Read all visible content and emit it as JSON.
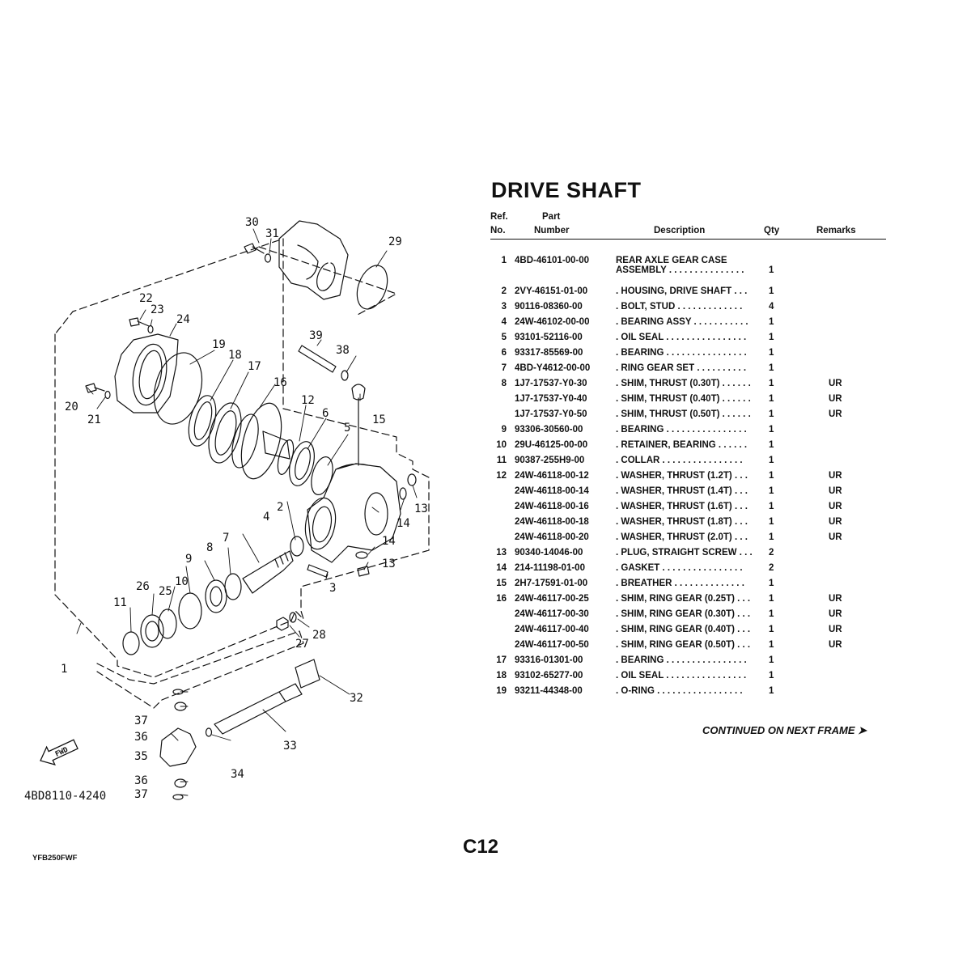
{
  "title": "DRIVE SHAFT",
  "headers": {
    "ref_line1": "Ref.",
    "ref_line2": "No.",
    "part_line1": "Part",
    "part_line2": "Number",
    "description": "Description",
    "qty": "Qty",
    "remarks": "Remarks"
  },
  "rows": [
    {
      "ref": "1",
      "part": "4BD-46101-00-00",
      "desc": "REAR AXLE GEAR CASE",
      "qty": "",
      "rem": ""
    },
    {
      "ref": "",
      "part": "",
      "desc": "ASSEMBLY  . . . . . . . . . . . . . . .",
      "qty": "1",
      "rem": ""
    },
    {
      "ref": "2",
      "part": "2VY-46151-01-00",
      "desc": ". HOUSING, DRIVE SHAFT  . . .",
      "qty": "1",
      "rem": ""
    },
    {
      "ref": "3",
      "part": "90116-08360-00",
      "desc": ". BOLT, STUD  . . . . . . . . . . . . .",
      "qty": "4",
      "rem": ""
    },
    {
      "ref": "4",
      "part": "24W-46102-00-00",
      "desc": ". BEARING ASSY  . . . . . . . . . . .",
      "qty": "1",
      "rem": ""
    },
    {
      "ref": "5",
      "part": "93101-52116-00",
      "desc": ". OIL SEAL  . . . . . . . . . . . . . . . .",
      "qty": "1",
      "rem": ""
    },
    {
      "ref": "6",
      "part": "93317-85569-00",
      "desc": ". BEARING  . . . . . . . . . . . . . . . .",
      "qty": "1",
      "rem": ""
    },
    {
      "ref": "7",
      "part": "4BD-Y4612-00-00",
      "desc": ". RING GEAR SET  . . . . . . . . . .",
      "qty": "1",
      "rem": ""
    },
    {
      "ref": "8",
      "part": "1J7-17537-Y0-30",
      "desc": ". SHIM, THRUST (0.30T)  . . . . . .",
      "qty": "1",
      "rem": "UR"
    },
    {
      "ref": "",
      "part": "1J7-17537-Y0-40",
      "desc": ". SHIM, THRUST (0.40T)  . . . . . .",
      "qty": "1",
      "rem": "UR"
    },
    {
      "ref": "",
      "part": "1J7-17537-Y0-50",
      "desc": ". SHIM, THRUST (0.50T)  . . . . . .",
      "qty": "1",
      "rem": "UR"
    },
    {
      "ref": "9",
      "part": "93306-30560-00",
      "desc": ". BEARING  . . . . . . . . . . . . . . . .",
      "qty": "1",
      "rem": ""
    },
    {
      "ref": "10",
      "part": "29U-46125-00-00",
      "desc": ". RETAINER, BEARING  . . . . . .",
      "qty": "1",
      "rem": ""
    },
    {
      "ref": "11",
      "part": "90387-255H9-00",
      "desc": ". COLLAR  . . . . . . . . . . . . . . . .",
      "qty": "1",
      "rem": ""
    },
    {
      "ref": "12",
      "part": "24W-46118-00-12",
      "desc": ". WASHER, THRUST (1.2T)  . . .",
      "qty": "1",
      "rem": "UR"
    },
    {
      "ref": "",
      "part": "24W-46118-00-14",
      "desc": ". WASHER, THRUST (1.4T)  . . .",
      "qty": "1",
      "rem": "UR"
    },
    {
      "ref": "",
      "part": "24W-46118-00-16",
      "desc": ". WASHER, THRUST (1.6T)  . . .",
      "qty": "1",
      "rem": "UR"
    },
    {
      "ref": "",
      "part": "24W-46118-00-18",
      "desc": ". WASHER, THRUST (1.8T)  . . .",
      "qty": "1",
      "rem": "UR"
    },
    {
      "ref": "",
      "part": "24W-46118-00-20",
      "desc": ". WASHER, THRUST (2.0T)  . . .",
      "qty": "1",
      "rem": "UR"
    },
    {
      "ref": "13",
      "part": "90340-14046-00",
      "desc": ". PLUG, STRAIGHT SCREW  . . .",
      "qty": "2",
      "rem": ""
    },
    {
      "ref": "14",
      "part": "214-11198-01-00",
      "desc": ". GASKET  . . . . . . . . . . . . . . . .",
      "qty": "2",
      "rem": ""
    },
    {
      "ref": "15",
      "part": "2H7-17591-01-00",
      "desc": ". BREATHER  . . . . . . . . . . . . . .",
      "qty": "1",
      "rem": ""
    },
    {
      "ref": "16",
      "part": "24W-46117-00-25",
      "desc": ". SHIM, RING GEAR (0.25T)  . . .",
      "qty": "1",
      "rem": "UR"
    },
    {
      "ref": "",
      "part": "24W-46117-00-30",
      "desc": ". SHIM, RING GEAR (0.30T)  . . .",
      "qty": "1",
      "rem": "UR"
    },
    {
      "ref": "",
      "part": "24W-46117-00-40",
      "desc": ". SHIM, RING GEAR (0.40T)  . . .",
      "qty": "1",
      "rem": "UR"
    },
    {
      "ref": "",
      "part": "24W-46117-00-50",
      "desc": ". SHIM, RING GEAR (0.50T)  . . .",
      "qty": "1",
      "rem": "UR"
    },
    {
      "ref": "17",
      "part": "93316-01301-00",
      "desc": ". BEARING  . . . . . . . . . . . . . . . .",
      "qty": "1",
      "rem": ""
    },
    {
      "ref": "18",
      "part": "93102-65277-00",
      "desc": ". OIL SEAL  . . . . . . . . . . . . . . . .",
      "qty": "1",
      "rem": ""
    },
    {
      "ref": "19",
      "part": "93211-44348-00",
      "desc": ". O-RING  . . . . . . . . . . . . . . . . .",
      "qty": "1",
      "rem": ""
    }
  ],
  "continued": "CONTINUED ON NEXT FRAME ➤",
  "page_number": "C12",
  "model": "YFB250FWF",
  "diagram": {
    "drawing_code": "4BD8110-4240",
    "fwd_label": "FWD",
    "callouts": [
      "30",
      "31",
      "29",
      "22",
      "23",
      "24",
      "19",
      "18",
      "17",
      "16",
      "39",
      "38",
      "15",
      "20",
      "21",
      "12",
      "6",
      "5",
      "13",
      "2",
      "14",
      "4",
      "7",
      "8",
      "9",
      "10",
      "25",
      "26",
      "11",
      "3",
      "13",
      "14",
      "27",
      "28",
      "1",
      "32",
      "37",
      "36",
      "35",
      "33",
      "34",
      "36",
      "37"
    ]
  }
}
